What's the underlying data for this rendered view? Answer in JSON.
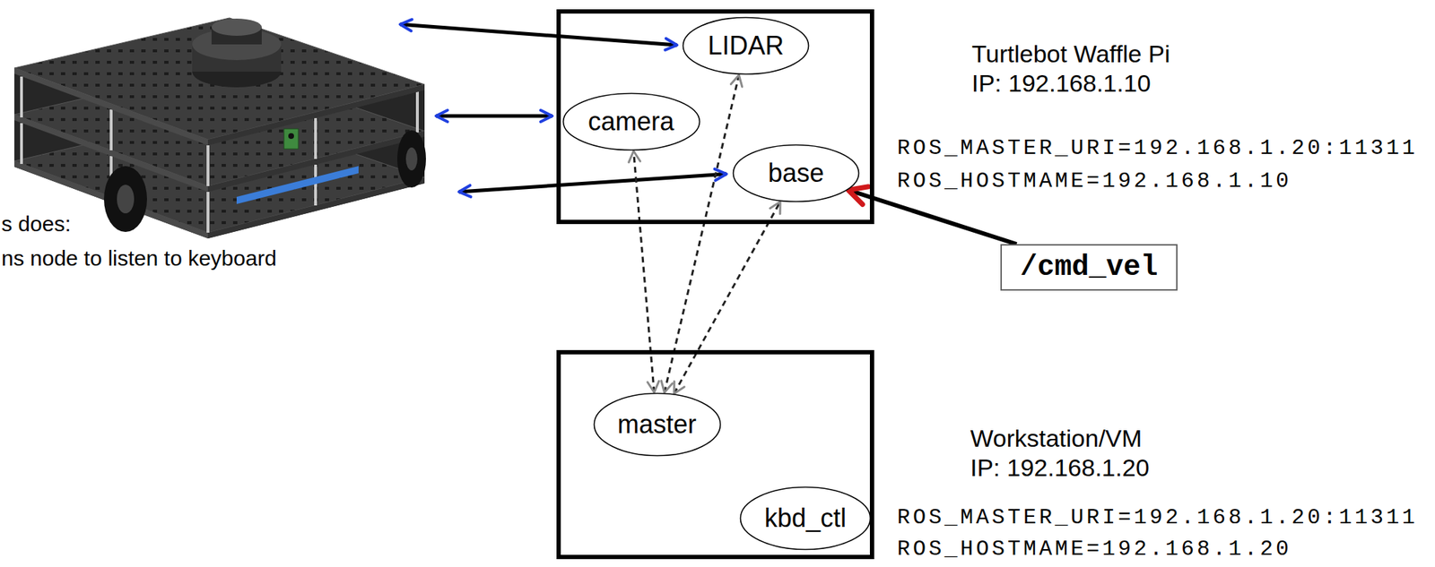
{
  "diagram": {
    "nodes": [
      {
        "text": [
          "Turtlebot Waffle Pi",
          "IP: 192.168.1.10"
        ]
      },
      {
        "text": [
          "LIDAR"
        ],
        "in": 0
      },
      {
        "text": [
          "camera"
        ],
        "in": 0
      },
      {
        "text": [
          "base"
        ],
        "in": 0
      },
      {
        "text": [
          "/cmd_vel"
        ]
      },
      {
        "text": [
          "Workstation/VM",
          "IP: 192.168.1.20"
        ]
      },
      {
        "text": [
          "master"
        ],
        "in": 5
      },
      {
        "text": [
          "kbd_ctl"
        ],
        "in": 5
      }
    ],
    "edges": [
      {
        "from": 6,
        "to": 2,
        "arrow": "both"
      },
      {
        "from": 6,
        "to": 1,
        "arrow": "both"
      },
      {
        "from": 6,
        "to": 3,
        "arrow": "both"
      },
      {
        "from": 4,
        "to": 3,
        "arrow": "to"
      }
    ],
    "labels": [
      "s does:",
      "ns node to listen to keyboard",
      "ROS_MASTER_URI=192.168.1.20:11311",
      "ROS_HOSTMAME=192.168.1.10",
      "ROS_MASTER_URI=192.168.1.20:11311",
      "ROS_HOSTMAME=192.168.1.20"
    ]
  }
}
